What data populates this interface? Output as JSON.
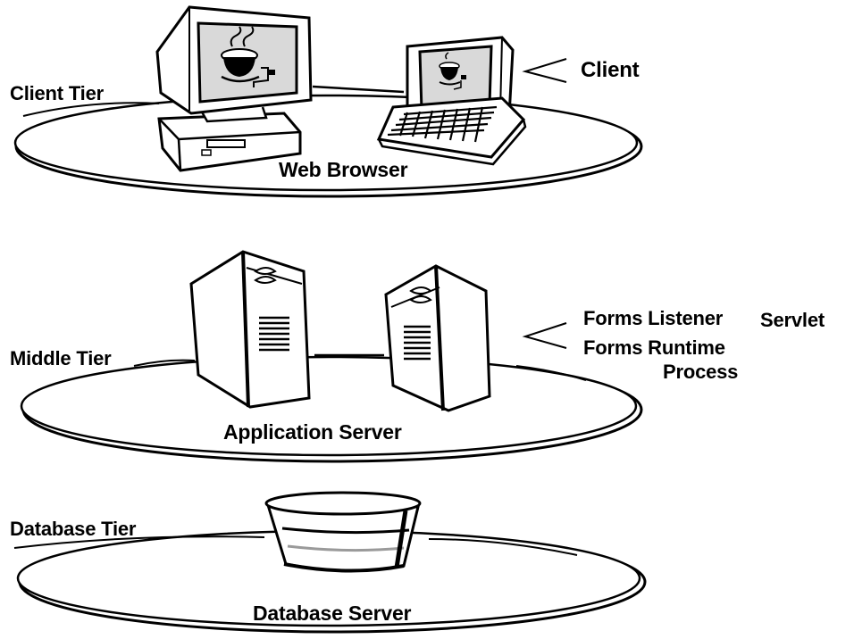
{
  "tiers": [
    {
      "label": "Client Tier",
      "platform": "Web Browser"
    },
    {
      "label": "Middle Tier",
      "platform": "Application Server"
    },
    {
      "label": "Database Tier",
      "platform": "Database Server"
    }
  ],
  "callouts": {
    "client": "Client",
    "forms_listener": "Forms Listener",
    "servlet": "Servlet",
    "forms_runtime": "Forms Runtime",
    "process": "Process"
  },
  "colors": {
    "ink": "#000000",
    "background": "#ffffff",
    "screen_gray": "#d9d9d9",
    "db_band": "#9a9a9a"
  }
}
